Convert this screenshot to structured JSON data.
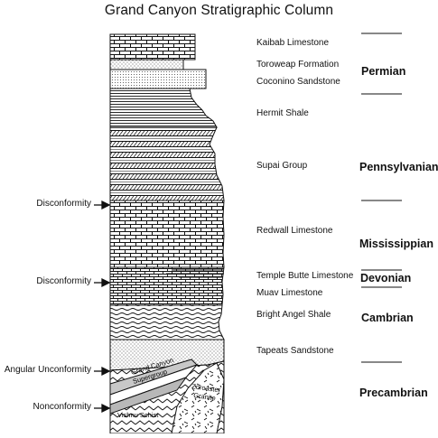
{
  "title": "Grand Canyon Stratigraphic Column",
  "formations": [
    "Kaibab Limestone",
    "Toroweap Formation",
    "Coconino Sandstone",
    "Hermit Shale",
    "Supai Group",
    "Redwall Limestone",
    "Temple Butte Limestone",
    "Muav Limestone",
    "Bright Angel Shale",
    "Tapeats Sandstone"
  ],
  "eras": [
    "Permian",
    "Pennsylvanian",
    "Mississippian",
    "Devonian",
    "Cambrian",
    "Precambrian"
  ],
  "unconformities": [
    "Disconformity",
    "Disconformity",
    "Angular Unconformity",
    "Nonconformity"
  ],
  "basement": {
    "supergroup_line1": "Grand Canyon",
    "supergroup_line2": "Supergroup",
    "granite_line1": "Zoroaster",
    "granite_line2": "Granite",
    "schist": "Vishnu Schist"
  }
}
